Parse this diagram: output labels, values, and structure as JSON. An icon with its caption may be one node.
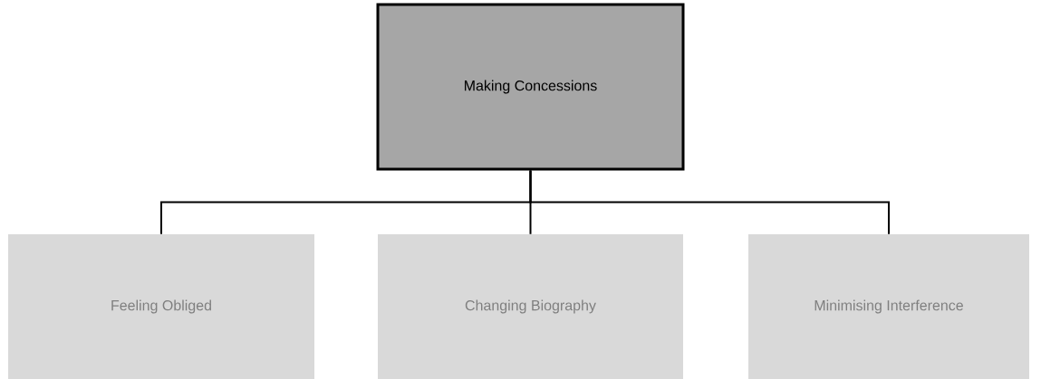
{
  "diagram": {
    "nodes": [
      {
        "text": [
          "Making Concessions"
        ]
      },
      {
        "text": [
          "Feeling Obliged"
        ]
      },
      {
        "text": [
          "Changing Biography"
        ]
      },
      {
        "text": [
          "Minimising Interference"
        ]
      }
    ],
    "edges": [
      {
        "from": 0,
        "to": 1,
        "arrow": "none"
      },
      {
        "from": 0,
        "to": 2,
        "arrow": "none"
      },
      {
        "from": 0,
        "to": 3,
        "arrow": "none"
      }
    ]
  }
}
